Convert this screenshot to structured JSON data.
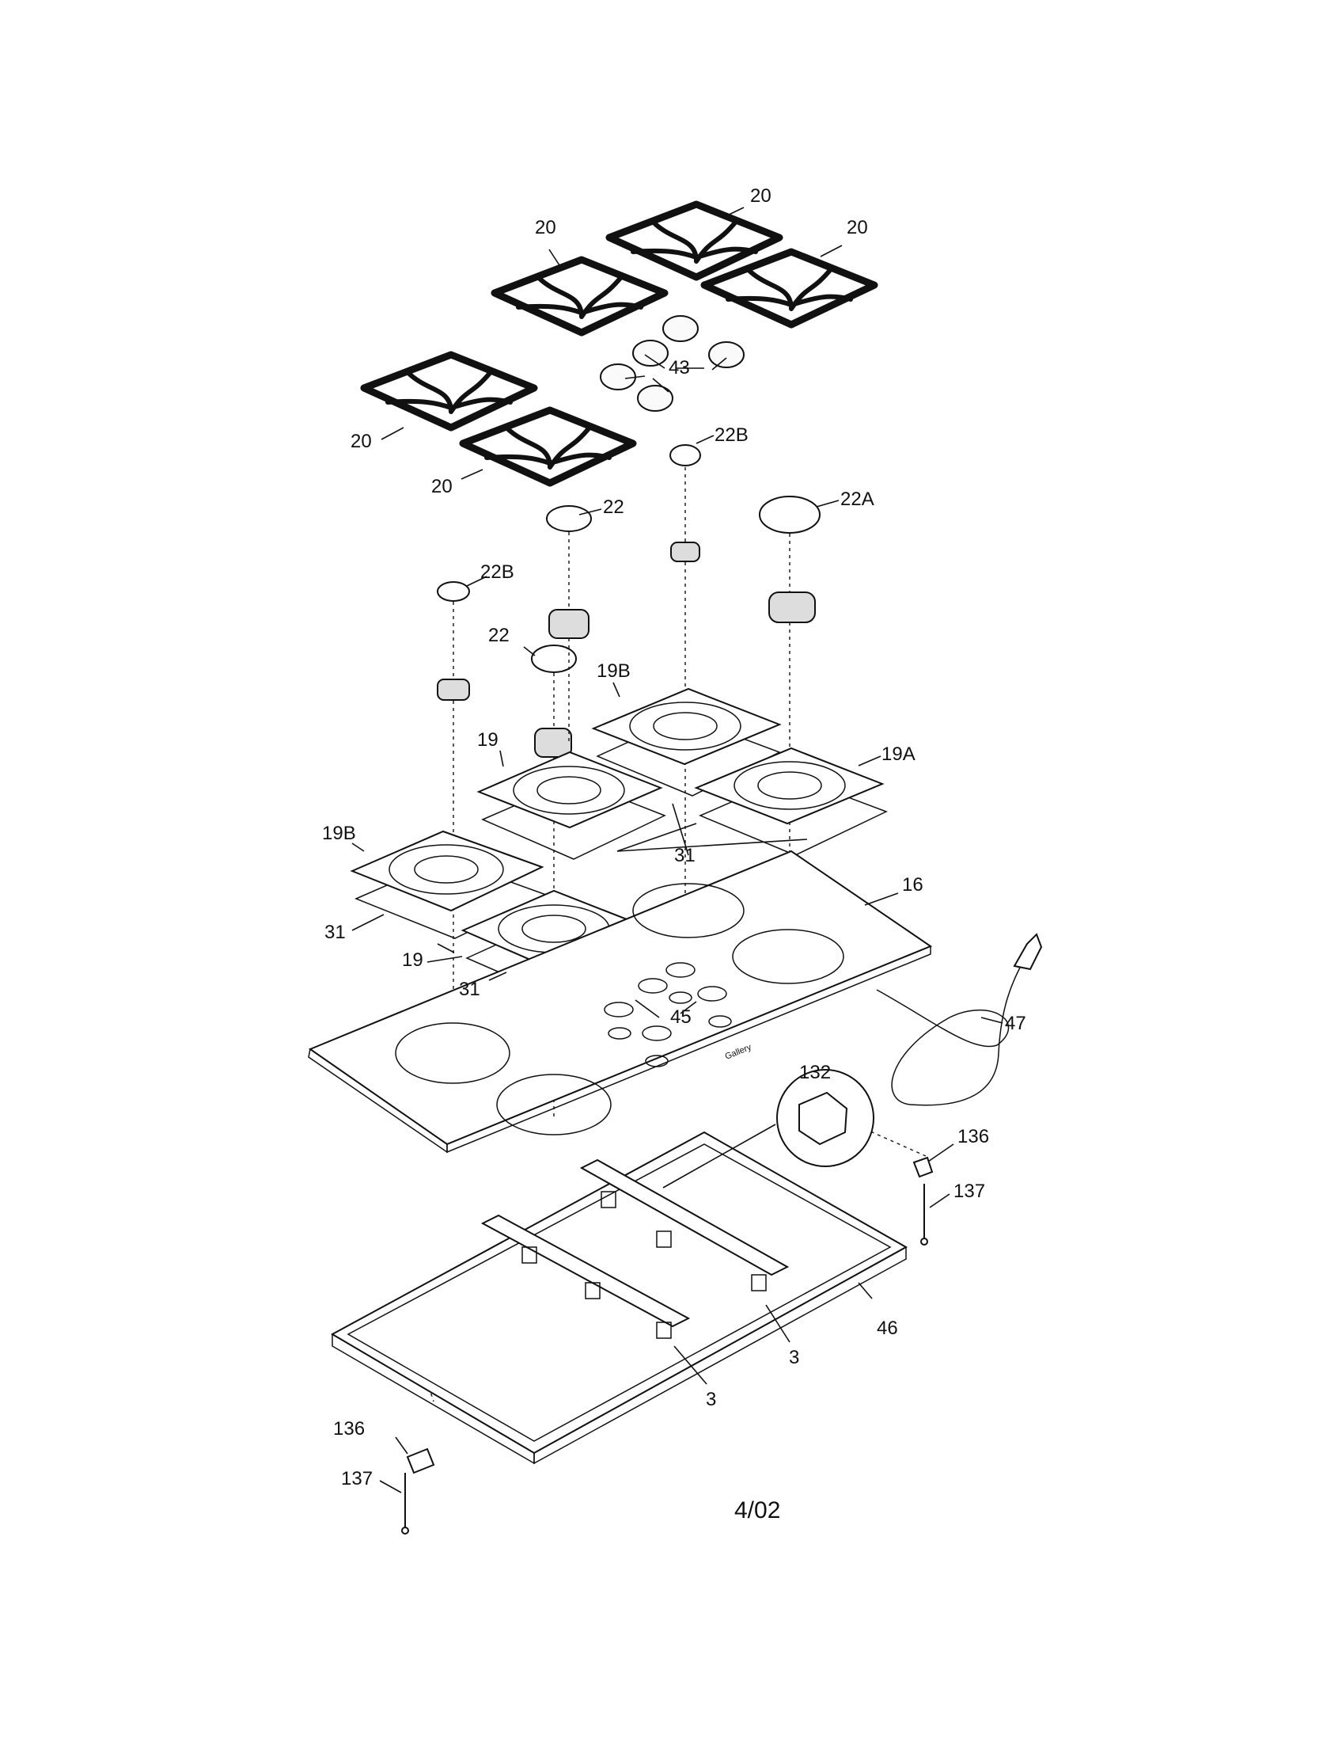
{
  "callouts": {
    "grate_a": "20",
    "grate_b": "20",
    "grate_c": "20",
    "grate_d": "20",
    "grate_e": "20",
    "grate_f": "20",
    "knobs": "43",
    "cap_22b_right": "22B",
    "cap_22_top": "22",
    "cap_22a": "22A",
    "cap_22b_left": "22B",
    "cap_22_mid": "22",
    "pan_19b_top": "19B",
    "pan_19a": "19A",
    "pan_19_mid": "19",
    "pan_19b_left": "19B",
    "pan_19_low": "19",
    "ring_31_center": "31",
    "ring_31_left": "31",
    "ring_31_low": "31",
    "cooktop": "16",
    "cord": "47",
    "bezels": "45",
    "bracket": "132",
    "clip_right": "136",
    "screw_right": "137",
    "box": "46",
    "rail_right": "3",
    "rail_left": "3",
    "clip_left": "136",
    "screw_left": "137"
  },
  "brand_mark": "Gallery",
  "revision": "4/02"
}
